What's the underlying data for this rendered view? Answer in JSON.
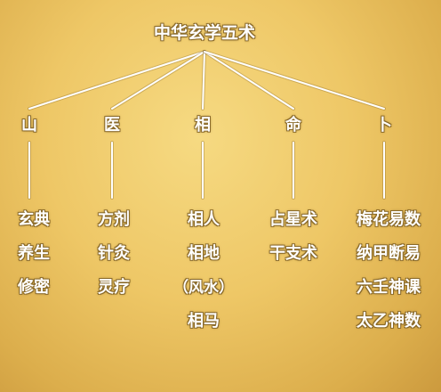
{
  "root": "中华玄学五术",
  "branches": [
    {
      "name": "山",
      "items": [
        "玄典",
        "养生",
        "修密"
      ]
    },
    {
      "name": "医",
      "items": [
        "方剂",
        "针灸",
        "灵疗"
      ]
    },
    {
      "name": "相",
      "items": [
        "相人",
        "相地",
        "（风水）",
        "相马"
      ]
    },
    {
      "name": "命",
      "items": [
        "占星术",
        "干支术"
      ]
    },
    {
      "name": "卜",
      "items": [
        "梅花易数",
        "纳甲断易",
        "六壬神课",
        "太乙神数"
      ]
    }
  ],
  "colors": {
    "line": "#ffffff",
    "text": "#ffffff",
    "outline": "#8a6a2a"
  }
}
